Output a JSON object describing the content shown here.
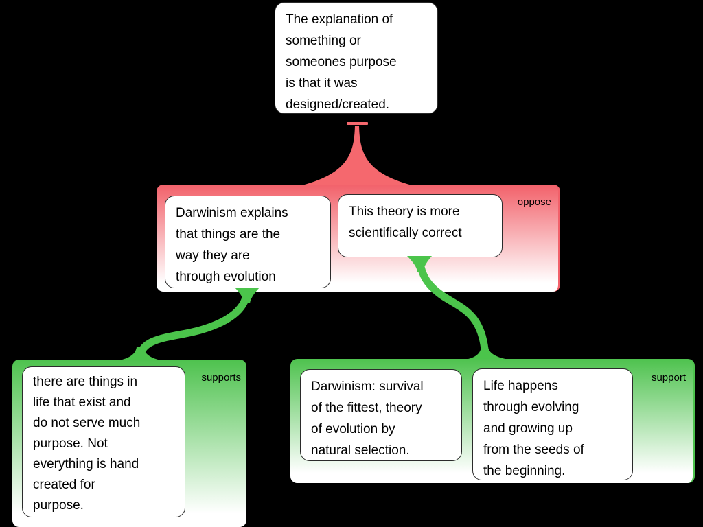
{
  "colors": {
    "background": "#000000",
    "oppose_fill": "#f2616a",
    "support_fill": "#4ec24e",
    "oppose_connector": "#f5686e",
    "support_connector": "#4bc44b",
    "node_fill": "#ffffff",
    "node_border": "#2b2b2b",
    "text": "#000000"
  },
  "nodes": {
    "claim": {
      "lines": [
        "The explanation of",
        "something or",
        "someones purpose",
        "is that it was",
        "designed/created."
      ]
    },
    "oppose": {
      "label": "oppose",
      "boxes": [
        {
          "lines": [
            "Darwinism explains",
            "that things are the",
            "way they are",
            "through evolution"
          ]
        },
        {
          "lines": [
            "This theory is more",
            "scientifically correct"
          ]
        }
      ]
    },
    "supports_left": {
      "label": "supports",
      "boxes": [
        {
          "lines": [
            "there are things in",
            "life that exist and",
            "do not serve much",
            "purpose. Not",
            "everything is hand",
            "created for",
            "purpose."
          ]
        }
      ]
    },
    "support_right": {
      "label": "support",
      "boxes": [
        {
          "lines": [
            "Darwinism: survival",
            "of the fittest, theory",
            "of evolution by",
            "natural selection."
          ]
        },
        {
          "lines": [
            "Life happens",
            "through evolving",
            "and growing up",
            "from the seeds of",
            "the beginning."
          ]
        }
      ]
    }
  }
}
